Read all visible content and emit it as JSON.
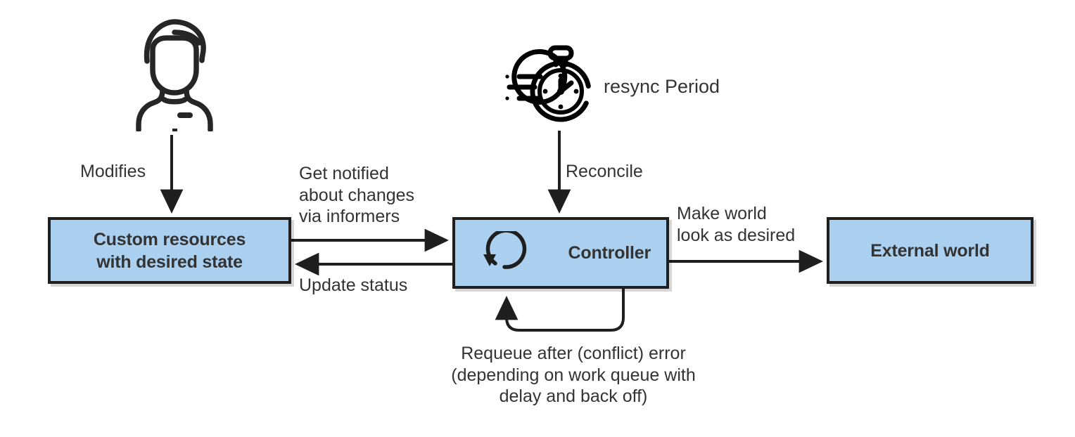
{
  "diagram": {
    "title": "Kubernetes controller reconciliation loop",
    "colors": {
      "node_fill": "#abcfef",
      "node_border": "#1f1f1f",
      "text": "#333333",
      "edge": "#1f1f1f",
      "background": "#ffffff"
    },
    "nodes": [
      {
        "id": "custom-resources",
        "label": "Custom resources\nwith desired state",
        "shape": "rectangle"
      },
      {
        "id": "controller",
        "label": "Controller",
        "shape": "rectangle",
        "icon": "reconcile-loop-icon"
      },
      {
        "id": "external-world",
        "label": "External world",
        "shape": "rectangle"
      }
    ],
    "icons": [
      {
        "id": "user-icon",
        "label": "user-icon"
      },
      {
        "id": "stopwatch-icon",
        "label": "stopwatch-icon"
      }
    ],
    "edges": [
      {
        "id": "modifies",
        "label": "Modifies",
        "from": "user-icon",
        "to": "custom-resources",
        "direction": "down"
      },
      {
        "id": "get-notified",
        "label": "Get notified\nabout changes\nvia informers",
        "from": "custom-resources",
        "to": "controller",
        "direction": "right"
      },
      {
        "id": "update-status",
        "label": "Update status",
        "from": "controller",
        "to": "custom-resources",
        "direction": "left"
      },
      {
        "id": "reconcile",
        "label": "Reconcile",
        "from": "stopwatch-icon",
        "to": "controller",
        "direction": "down"
      },
      {
        "id": "resync-period",
        "label": "resync Period",
        "from": "stopwatch-icon",
        "to": "",
        "direction": "none"
      },
      {
        "id": "make-world-look-as-desired",
        "label": "Make world\nlook as desired",
        "from": "controller",
        "to": "external-world",
        "direction": "right"
      },
      {
        "id": "requeue",
        "label": "Requeue after (conflict) error\n(depending on work queue with\ndelay and back off)",
        "from": "controller",
        "to": "controller",
        "direction": "self-loop"
      }
    ]
  }
}
